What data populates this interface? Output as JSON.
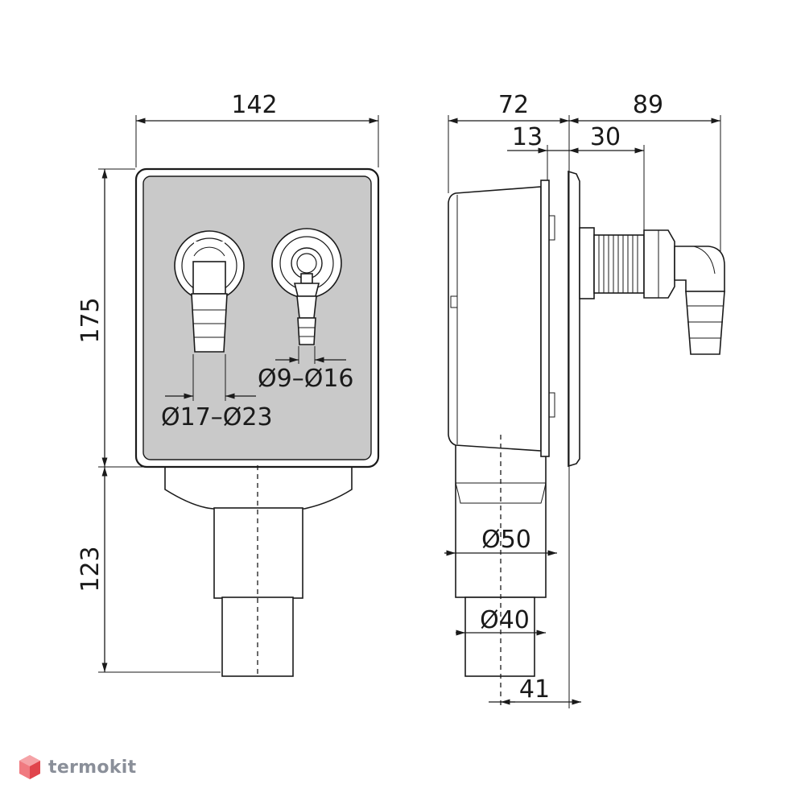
{
  "front_view": {
    "width_label": "142",
    "height_box_label": "175",
    "height_pipe_label": "123",
    "outlet_large_label": "Ø17–Ø23",
    "outlet_small_label": "Ø9–Ø16"
  },
  "side_view": {
    "depth_label": "72",
    "frame_label": "13",
    "projection_label": "89",
    "thread_label": "30",
    "pipe_outer_label": "Ø50",
    "pipe_inner_label": "Ø40",
    "offset_label": "41"
  },
  "watermark": {
    "text": "termokit"
  },
  "colors": {
    "panel": "#c9c9c9",
    "line": "#1a1a1a",
    "watermark_text": "#8a8f99",
    "watermark_icon": "#e0444c"
  }
}
